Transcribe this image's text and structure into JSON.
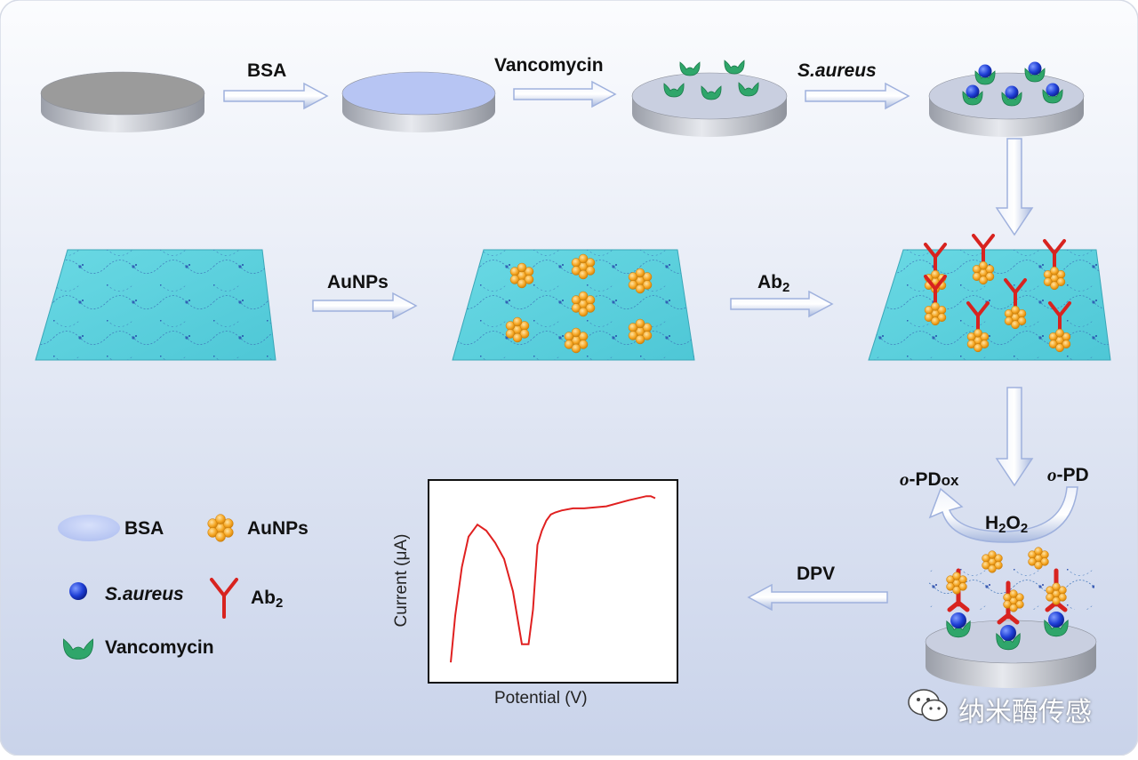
{
  "colors": {
    "background_top": "#fbfcfe",
    "background_bottom": "#c9d3ea",
    "arrow": "#9fb1dd",
    "bsa": "#b7c5f3",
    "vancomycin": "#2fa66a",
    "s_aureus": "#1f3fd6",
    "aunp": "#f5a623",
    "ab2": "#d8231f",
    "electrode_top": "#c9cfe0",
    "mof_sheet": "#5dd3df",
    "dpv_curve": "#e02020"
  },
  "steps": {
    "bsa": "BSA",
    "vancomycin": "Vancomycin",
    "s_aureus": "S.aureus",
    "aunps": "AuNPs",
    "ab2_main": "Ab",
    "ab2_sub": "2",
    "dpv": "DPV"
  },
  "reaction": {
    "o_pdox_prefix": "o",
    "o_pdox_main": "-PD",
    "o_pdox_sub": "ox",
    "o_pd_prefix": "o",
    "o_pd_main": "-PD",
    "h2o2_h": "H",
    "h2o2_sub1": "2",
    "h2o2_o": "O",
    "h2o2_sub2": "2"
  },
  "legend": {
    "bsa": "BSA",
    "aunps": "AuNPs",
    "s_aureus": "S.aureus",
    "ab2_main": "Ab",
    "ab2_sub": "2",
    "vancomycin": "Vancomycin"
  },
  "icons": {
    "arrow": "block-arrow-icon",
    "bsa": "bsa-disc-icon",
    "aunp": "gold-nanoparticle-icon",
    "s_aureus": "bacterium-icon",
    "ab2": "antibody-icon",
    "vancomycin": "vancomycin-cup-icon",
    "watermark": "wechat-icon"
  },
  "chart_data": {
    "type": "line",
    "title": "",
    "xlabel": "Potential (V)",
    "ylabel": "Current (μA)",
    "xlim": [
      0,
      1
    ],
    "ylim": [
      0,
      1
    ],
    "grid": false,
    "x": [
      0.0,
      0.02,
      0.05,
      0.08,
      0.12,
      0.16,
      0.2,
      0.24,
      0.28,
      0.32,
      0.35,
      0.37,
      0.39,
      0.41,
      0.43,
      0.45,
      0.47,
      0.5,
      0.55,
      0.6,
      0.7,
      0.8,
      0.88,
      0.9,
      0.92
    ],
    "series": [
      {
        "values": [
          0.1,
          0.33,
          0.57,
          0.72,
          0.78,
          0.75,
          0.69,
          0.61,
          0.45,
          0.19,
          0.19,
          0.36,
          0.68,
          0.75,
          0.8,
          0.83,
          0.84,
          0.85,
          0.86,
          0.86,
          0.87,
          0.9,
          0.92,
          0.92,
          0.91
        ]
      }
    ]
  },
  "watermark": {
    "text": "纳米酶传感"
  }
}
